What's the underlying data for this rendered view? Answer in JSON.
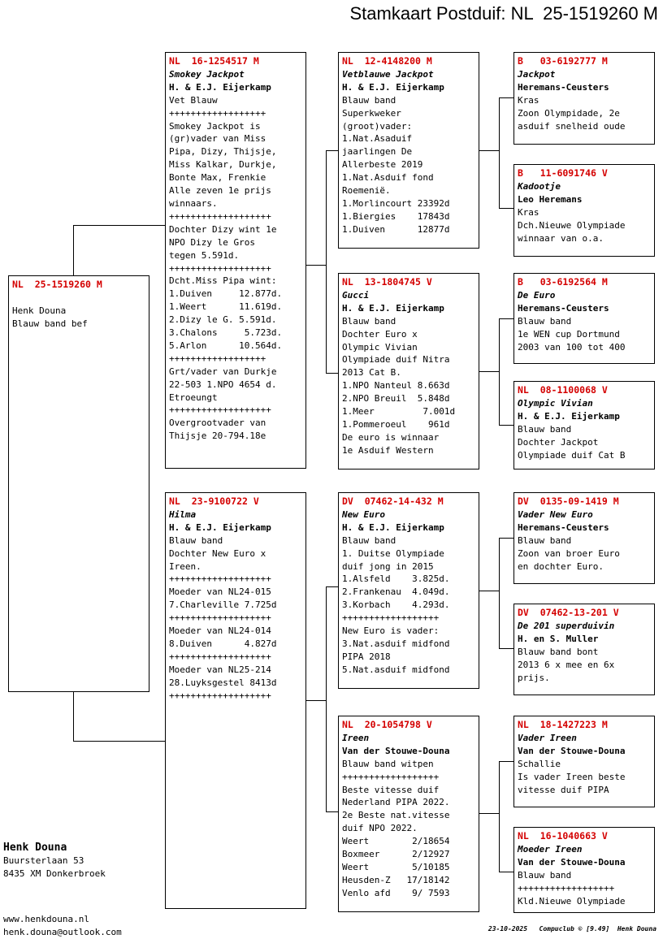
{
  "title": "Stamkaart Postduif: NL  25-1519260 M",
  "pigeons": {
    "subject": {
      "ring": "NL  25-1519260 M",
      "name": "",
      "owner": "Henk Douna",
      "info": "Blauw band bef"
    },
    "father": {
      "ring": "NL  16-1254517 M",
      "name": "Smokey Jackpot",
      "owner": "H. & E.J. Eijerkamp",
      "info": "Vet Blauw\n++++++++++++++++++\nSmokey Jackpot is\n(gr)vader van Miss\nPipa, Dizy, Thijsje,\nMiss Kalkar, Durkje,\nBonte Max, Frenkie\nAlle zeven 1e prijs\nwinnaars.\n+++++++++++++++++++\nDochter Dizy wint 1e\nNPO Dizy le Gros\ntegen 5.591d.\n+++++++++++++++++++\nDcht.Miss Pipa wint:\n1.Duiven     12.877d.\n1.Weert      11.619d.\n2.Dizy le G. 5.591d.\n3.Chalons     5.723d.\n5.Arlon      10.564d.\n++++++++++++++++++\nGrt/vader van Durkje\n22-503 1.NPO 4654 d.\nEtroeungt\n+++++++++++++++++++\nOvergrootvader van\nThijsje 20-794.18e"
    },
    "mother": {
      "ring": "NL  23-9100722 V",
      "name": "Hilma",
      "owner": "H. & E.J. Eijerkamp",
      "info": "Blauw band\nDochter New Euro x\nIreen.\n+++++++++++++++++++\nMoeder van NL24-015\n7.Charleville 7.725d\n+++++++++++++++++++\nMoeder van NL24-014\n8.Duiven      4.827d\n+++++++++++++++++++\nMoeder van NL25-214\n28.Luyksgestel 8413d\n+++++++++++++++++++"
    },
    "ff": {
      "ring": "NL  12-4148200 M",
      "name": "Vetblauwe Jackpot",
      "owner": "H. & E.J. Eijerkamp",
      "info": "Blauw band\nSuperkweker\n(groot)vader:\n1.Nat.Asaduif\njaarlingen De\nAllerbeste 2019\n1.Nat.Asduif fond\nRoemenië.\n1.Morlincourt 23392d\n1.Biergies    17843d\n1.Duiven      12877d"
    },
    "fm": {
      "ring": "NL  13-1804745 V",
      "name": "Gucci",
      "owner": "H. & E.J. Eijerkamp",
      "info": "Blauw band\nDochter Euro x\nOlympic Vivian\nOlympiade duif Nitra\n2013 Cat B.\n1.NPO Nanteul 8.663d\n2.NPO Breuil  5.848d\n1.Meer         7.001d\n1.Pommeroeul    961d\nDe euro is winnaar\n1e Asduif Western"
    },
    "mf": {
      "ring": "DV  07462-14-432 M",
      "name": "New Euro",
      "owner": "H. & E.J. Eijerkamp",
      "info": "Blauw band\n1. Duitse Olympiade\nduif jong in 2015\n1.Alsfeld    3.825d.\n2.Frankenau  4.049d.\n3.Korbach    4.293d.\n++++++++++++++++++\nNew Euro is vader:\n3.Nat.asduif midfond\nPIPA 2018\n5.Nat.asduif midfond"
    },
    "mm": {
      "ring": "NL  20-1054798 V",
      "name": "Ireen",
      "owner": "Van der Stouwe-Douna",
      "info": "Blauw band witpen\n++++++++++++++++++\nBeste vitesse duif\nNederland PIPA 2022.\n2e Beste nat.vitesse\nduif NPO 2022.\nWeert        2/18654\nBoxmeer      2/12927\nWeert        5/10185\nHeusden-Z   17/18142\nVenlo afd    9/ 7593"
    },
    "fff": {
      "ring": "B   03-6192777 M",
      "name": "Jackpot",
      "owner": "Heremans-Ceusters",
      "info": "Kras\nZoon Olympidade, 2e\nasduif snelheid oude"
    },
    "ffm": {
      "ring": "B   11-6091746 V",
      "name": "Kadootje",
      "owner": "Leo Heremans",
      "info": "Kras\nDch.Nieuwe Olympiade\nwinnaar van o.a."
    },
    "fmf": {
      "ring": "B   03-6192564 M",
      "name": "De Euro",
      "owner": "Heremans-Ceusters",
      "info": "Blauw band\n1e WEN cup Dortmund\n2003 van 100 tot 400"
    },
    "fmm": {
      "ring": "NL  08-1100068 V",
      "name": "Olympic Vivian",
      "owner": "H. & E.J. Eijerkamp",
      "info": "Blauw band\nDochter Jackpot\nOlympiade duif Cat B"
    },
    "mff": {
      "ring": "DV  0135-09-1419 M",
      "name": "Vader New Euro",
      "owner": "Heremans-Ceusters",
      "info": "Blauw band\nZoon van broer Euro\nen dochter Euro."
    },
    "mfm": {
      "ring": "DV  07462-13-201 V",
      "name": "De 201 superduivin",
      "owner": "H. en S. Muller",
      "info": "Blauw band bont\n2013 6 x mee en 6x\nprijs."
    },
    "mmf": {
      "ring": "NL  18-1427223 M",
      "name": "Vader Ireen",
      "owner": "Van der Stouwe-Douna",
      "info": "Schallie\nIs vader Ireen beste\nvitesse duif PIPA"
    },
    "mmm": {
      "ring": "NL  16-1040663 V",
      "name": "Moeder Ireen",
      "owner": "Van der Stouwe-Douna",
      "info": "Blauw band\n++++++++++++++++++\nKld.Nieuwe Olympiade"
    }
  },
  "breeder": {
    "name": "Henk Douna",
    "address1": "Buursterlaan 53",
    "address2": "8435 XM  Donkerbroek",
    "website": "www.henkdouna.nl",
    "email": "henk.douna@outlook.com"
  },
  "footer": "23-10-2025   Compuclub © [9.49]  Henk Douna"
}
